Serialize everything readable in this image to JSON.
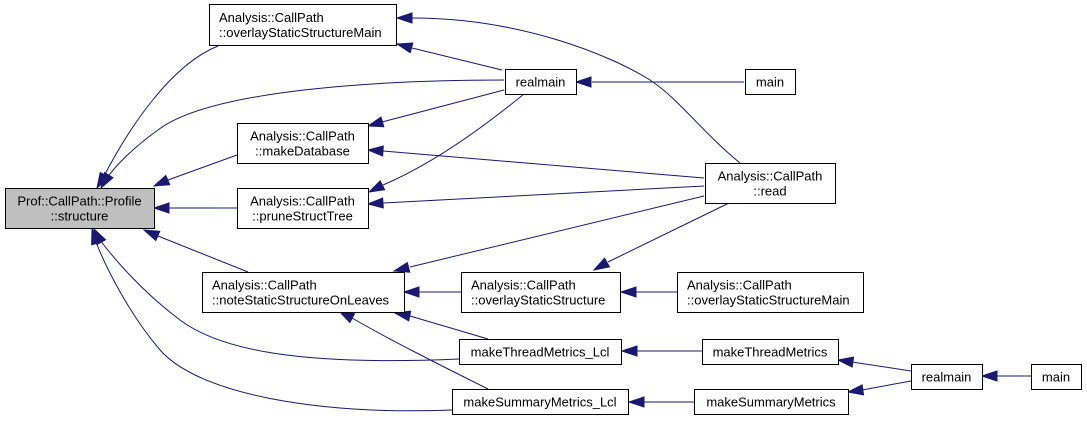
{
  "diagram": {
    "type": "caller-graph",
    "colors": {
      "edge": "#191970",
      "root_fill": "#bfbfbf",
      "node_fill": "#ffffff",
      "node_border": "#000000"
    },
    "root": "n0",
    "nodes": [
      {
        "id": "n0",
        "lines": [
          "Prof::CallPath::Profile",
          "::structure"
        ],
        "highlight": true
      },
      {
        "id": "n1",
        "lines": [
          "Analysis::CallPath",
          "::overlayStaticStructureMain"
        ],
        "align": "left"
      },
      {
        "id": "n2",
        "lines": [
          "Analysis::CallPath",
          "::makeDatabase"
        ]
      },
      {
        "id": "n3",
        "lines": [
          "Analysis::CallPath",
          "::pruneStructTree"
        ]
      },
      {
        "id": "n4",
        "lines": [
          "Analysis::CallPath",
          "::noteStaticStructureOnLeaves"
        ],
        "align": "left"
      },
      {
        "id": "n5",
        "lines": [
          "realmain"
        ]
      },
      {
        "id": "n6",
        "lines": [
          "main"
        ]
      },
      {
        "id": "n7",
        "lines": [
          "Analysis::CallPath",
          "::read"
        ]
      },
      {
        "id": "n8",
        "lines": [
          "Analysis::CallPath",
          "::overlayStaticStructure"
        ],
        "align": "left"
      },
      {
        "id": "n9",
        "lines": [
          "Analysis::CallPath",
          "::overlayStaticStructureMain"
        ],
        "align": "left"
      },
      {
        "id": "n10",
        "lines": [
          "makeThreadMetrics_Lcl"
        ]
      },
      {
        "id": "n11",
        "lines": [
          "makeThreadMetrics"
        ]
      },
      {
        "id": "n12",
        "lines": [
          "makeSummaryMetrics_Lcl"
        ]
      },
      {
        "id": "n13",
        "lines": [
          "makeSummaryMetrics"
        ]
      },
      {
        "id": "n14",
        "lines": [
          "realmain"
        ]
      },
      {
        "id": "n15",
        "lines": [
          "main"
        ]
      }
    ],
    "edges": [
      {
        "from": "n1",
        "to": "n0"
      },
      {
        "from": "n5",
        "to": "n0"
      },
      {
        "from": "n2",
        "to": "n0"
      },
      {
        "from": "n3",
        "to": "n0"
      },
      {
        "from": "n4",
        "to": "n0"
      },
      {
        "from": "n10",
        "to": "n0"
      },
      {
        "from": "n12",
        "to": "n0"
      },
      {
        "from": "n7",
        "to": "n1"
      },
      {
        "from": "n5",
        "to": "n1"
      },
      {
        "from": "n5",
        "to": "n2"
      },
      {
        "from": "n7",
        "to": "n2"
      },
      {
        "from": "n5",
        "to": "n3"
      },
      {
        "from": "n7",
        "to": "n3"
      },
      {
        "from": "n6",
        "to": "n5"
      },
      {
        "from": "n7",
        "to": "n4"
      },
      {
        "from": "n8",
        "to": "n4"
      },
      {
        "from": "n10",
        "to": "n4"
      },
      {
        "from": "n12",
        "to": "n4"
      },
      {
        "from": "n7",
        "to": "n8"
      },
      {
        "from": "n9",
        "to": "n8"
      },
      {
        "from": "n11",
        "to": "n10"
      },
      {
        "from": "n13",
        "to": "n12"
      },
      {
        "from": "n14",
        "to": "n11"
      },
      {
        "from": "n14",
        "to": "n13"
      },
      {
        "from": "n15",
        "to": "n14"
      }
    ]
  }
}
